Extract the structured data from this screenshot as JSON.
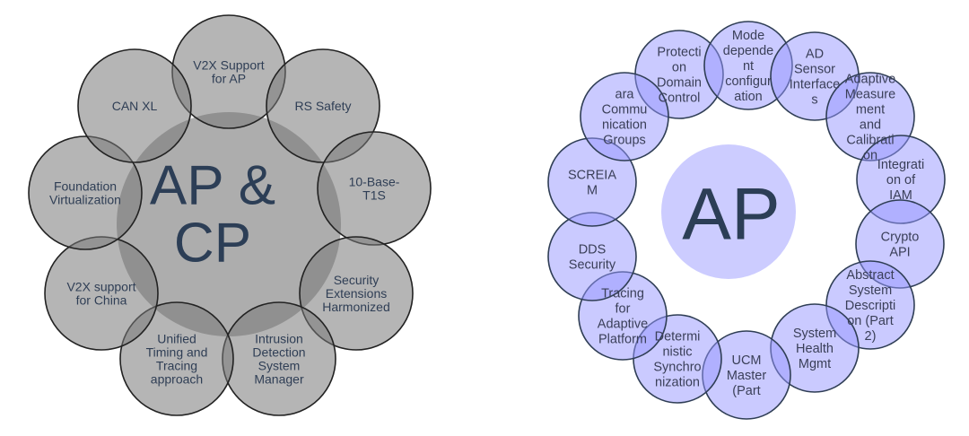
{
  "colors": {
    "left_center": "#adadad",
    "left_satellite": "rgba(120,120,120,0.55)",
    "left_stroke": "#222222",
    "right_center": "#ccccff",
    "right_satellite": "rgba(150,150,255,0.5)",
    "right_stroke": "#2f3e55"
  },
  "left": {
    "center_lines": [
      "AP &",
      "CP"
    ],
    "items": [
      {
        "lines": [
          "V2X Support",
          "for AP"
        ]
      },
      {
        "lines": [
          "RS Safety"
        ]
      },
      {
        "lines": [
          "10-Base-",
          "T1S"
        ]
      },
      {
        "lines": [
          "Security",
          "Extensions",
          "Harmonized"
        ]
      },
      {
        "lines": [
          "Intrusion",
          "Detection",
          "System",
          "Manager"
        ]
      },
      {
        "lines": [
          "Unified",
          "Timing and",
          "Tracing",
          "approach"
        ]
      },
      {
        "lines": [
          "V2X support",
          "for China"
        ]
      },
      {
        "lines": [
          "Foundation",
          "Virtualization"
        ]
      },
      {
        "lines": [
          "CAN XL"
        ]
      }
    ]
  },
  "right": {
    "center_lines": [
      "AP"
    ],
    "items": [
      {
        "lines": [
          "Protecti",
          "on",
          "Domain",
          "Control"
        ]
      },
      {
        "lines": [
          "Mode",
          "depende",
          "nt",
          "configur",
          "ation"
        ]
      },
      {
        "lines": [
          "AD",
          "Sensor",
          "Interface",
          "s"
        ]
      },
      {
        "lines": [
          "Adaptive",
          "Measure",
          "ment",
          "and",
          "Calibrati",
          "on"
        ]
      },
      {
        "lines": [
          "Integrati",
          "on of",
          "IAM"
        ]
      },
      {
        "lines": [
          "Crypto",
          "API"
        ]
      },
      {
        "lines": [
          "Abstract",
          "System",
          "Descripti",
          "on (Part",
          "2)"
        ]
      },
      {
        "lines": [
          "System",
          "Health",
          "Mgmt"
        ]
      },
      {
        "lines": [
          "UCM",
          "Master",
          "(Part"
        ]
      },
      {
        "lines": [
          "Determi",
          "nistic",
          "Synchro",
          "nization"
        ]
      },
      {
        "lines": [
          "Tracing",
          "for",
          "Adaptive",
          "Platform"
        ]
      },
      {
        "lines": [
          "DDS",
          "Security"
        ]
      },
      {
        "lines": [
          "SCREIA",
          "M"
        ]
      },
      {
        "lines": [
          "ara",
          "Commu",
          "nication",
          "Groups"
        ]
      }
    ]
  }
}
